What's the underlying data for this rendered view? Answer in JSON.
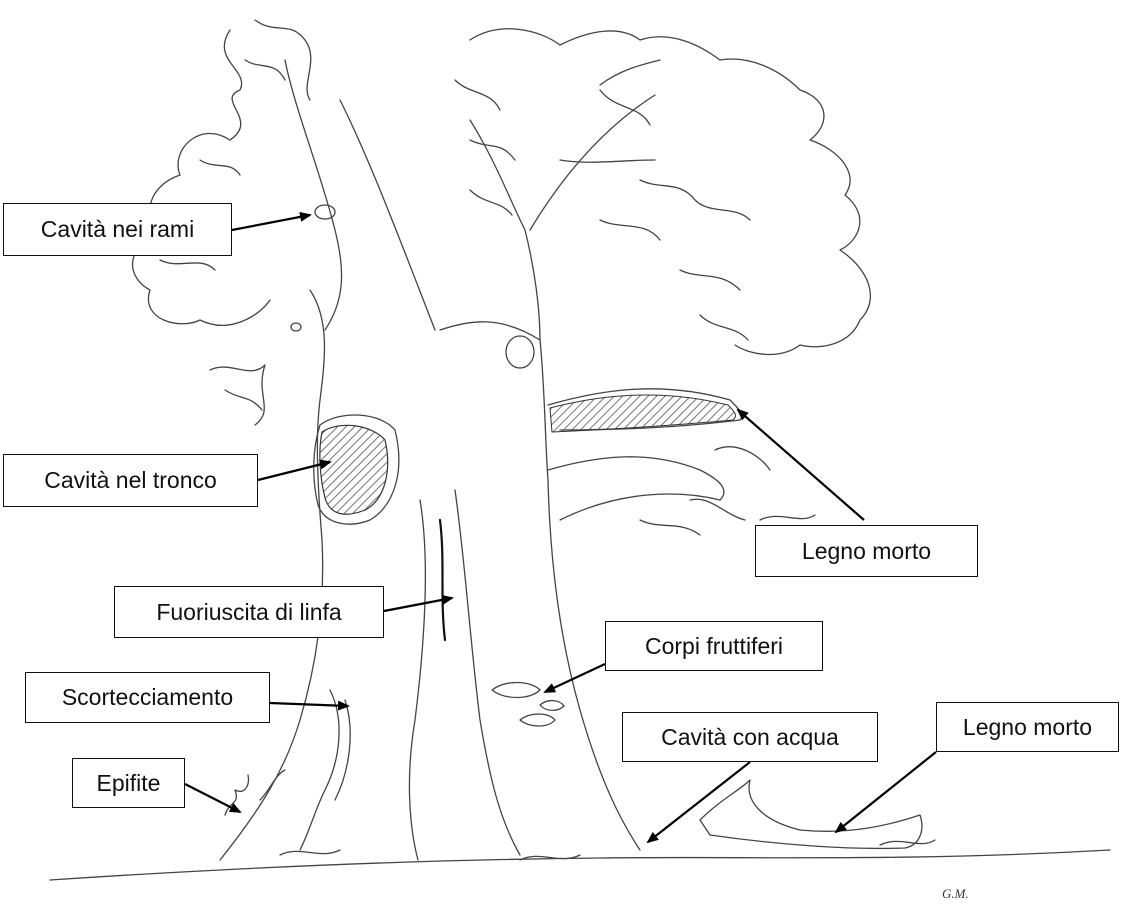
{
  "labels": {
    "cavita_rami": "Cavità nei rami",
    "cavita_tronco": "Cavità nel tronco",
    "linfa": "Fuoriuscita di linfa",
    "scortecciamento": "Scortecciamento",
    "epifite": "Epifite",
    "legno_morto_ramo": "Legno morto",
    "corpi_fruttiferi": "Corpi fruttiferi",
    "cavita_acqua": "Cavità con acqua",
    "legno_morto_terra": "Legno morto"
  },
  "signature": "G.M."
}
